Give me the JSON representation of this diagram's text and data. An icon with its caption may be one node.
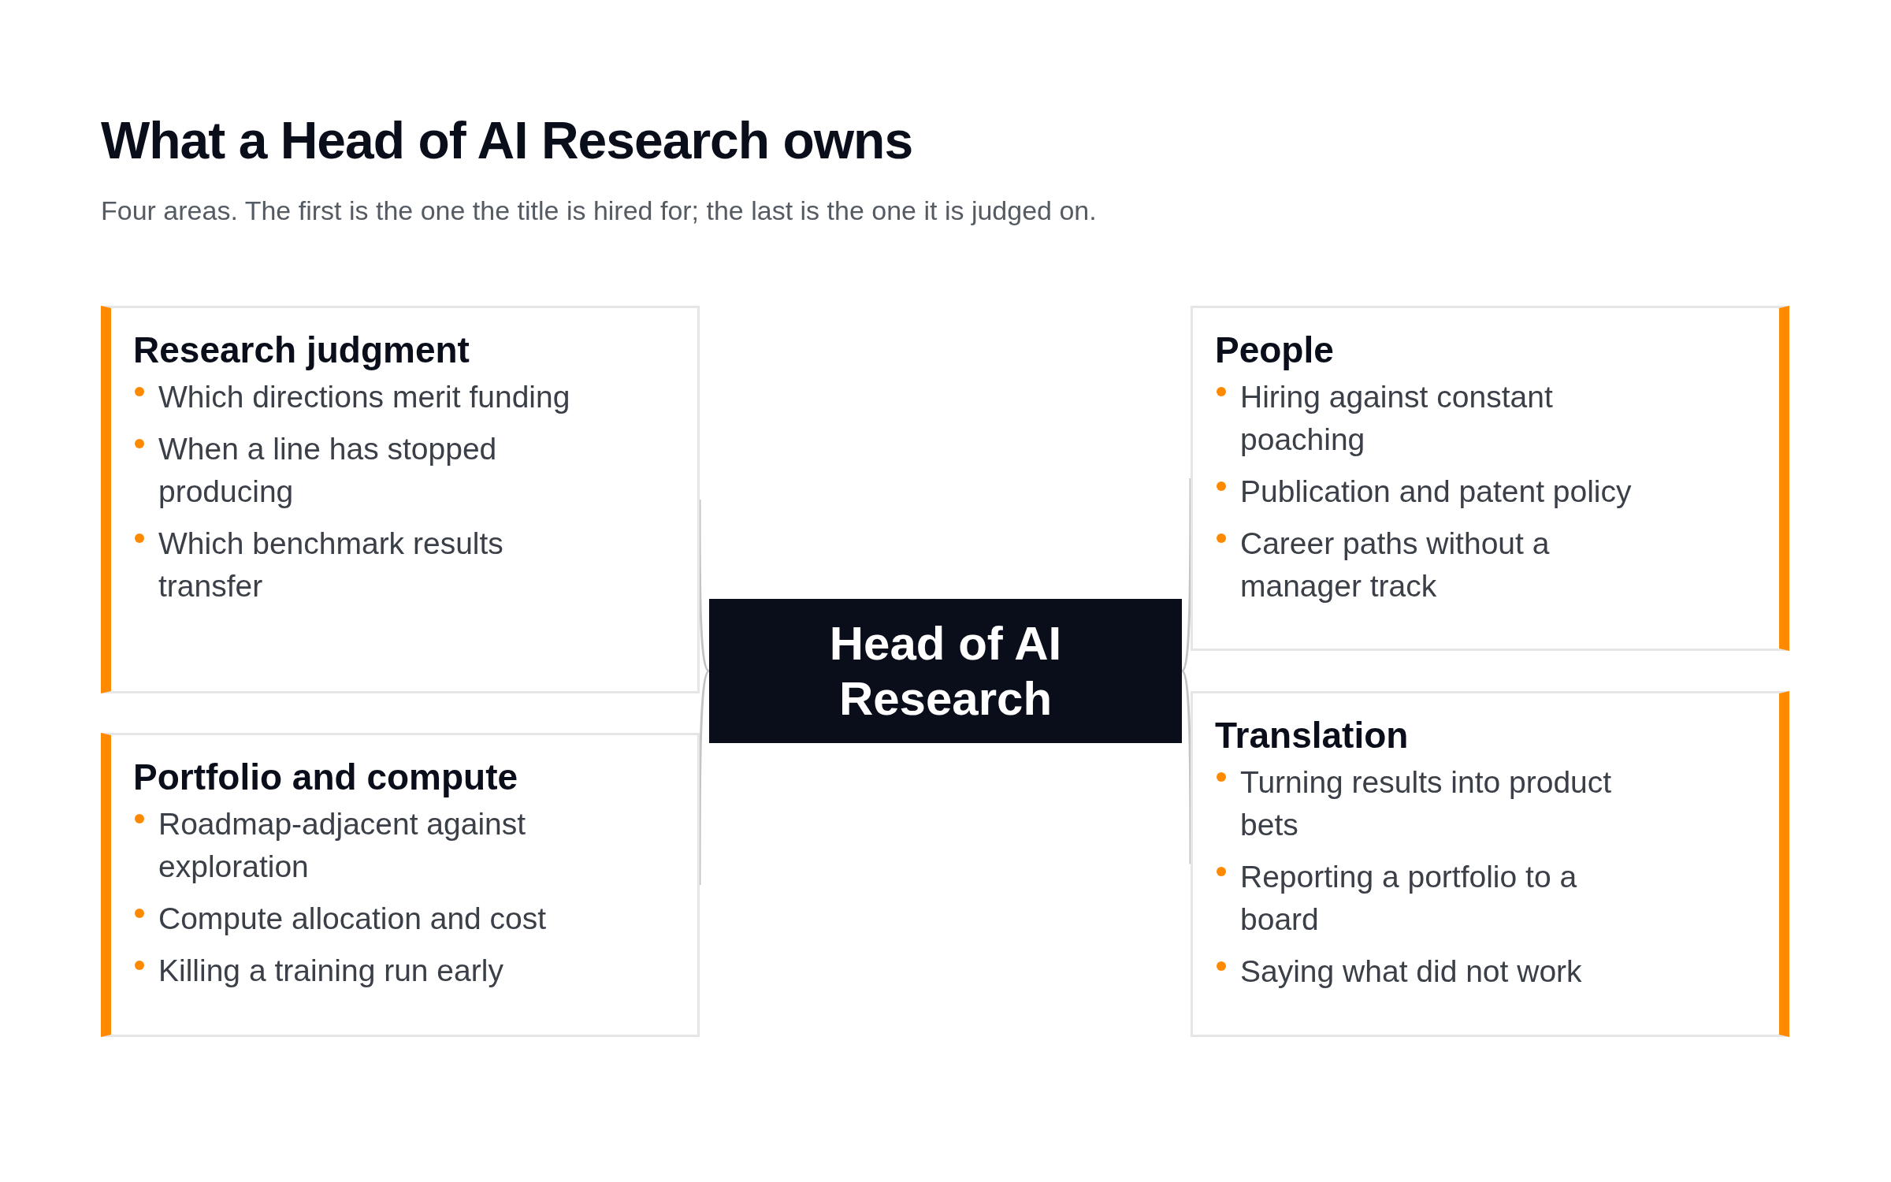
{
  "diagram": {
    "title": "What a Head of AI Research owns",
    "nodes": [
      {
        "text": [
          "Head of AI Research"
        ]
      },
      {
        "text": [
          "Research judgment",
          "Which directions merit funding",
          "When a line has stopped producing",
          "Which benchmark results transfer"
        ]
      },
      {
        "text": [
          "Portfolio and compute",
          "Roadmap-adjacent against exploration",
          "Compute allocation and cost",
          "Killing a training run early"
        ]
      },
      {
        "text": [
          "People",
          "Hiring against constant poaching",
          "Publication and patent policy",
          "Career paths without a manager track"
        ]
      },
      {
        "text": [
          "Translation",
          "Turning results into product bets",
          "Reporting a portfolio to a board",
          "Saying what did not work"
        ]
      }
    ],
    "edges": [
      {
        "from": 0,
        "to": 1,
        "arrow": "none"
      },
      {
        "from": 0,
        "to": 2,
        "arrow": "none"
      },
      {
        "from": 0,
        "to": 3,
        "arrow": "none"
      },
      {
        "from": 0,
        "to": 4,
        "arrow": "none"
      }
    ],
    "labels": [
      "Four areas. The first is the one the title is hired for; the last is the one it is judged on."
    ]
  }
}
